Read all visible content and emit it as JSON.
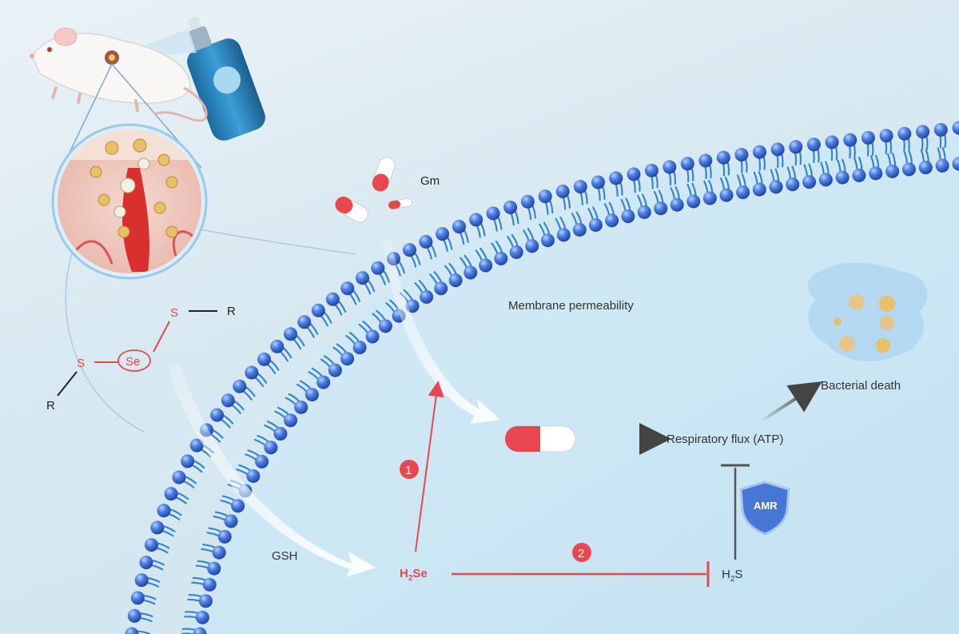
{
  "labels": {
    "gm": "Gm",
    "membrane_permeability": "Membrane permeability",
    "bacterial_death": "Bacterial death",
    "respiratory_flux": "Respiratory flux (ATP)",
    "amr": "AMR",
    "gsh": "GSH",
    "h2se_main": "H",
    "h2se_sub": "2",
    "h2se_tail": "Se",
    "h2s_main": "H",
    "h2s_sub": "2",
    "h2s_tail": "S",
    "step1": "1",
    "step2": "2",
    "s_top": "S",
    "s_left": "S",
    "se": "Se",
    "r_top": "R",
    "r_left": "R"
  },
  "colors": {
    "accent_red": "#e8474f",
    "membrane_head": "#3d6fd6",
    "tail": "#3a84c9",
    "text_dark": "#333333"
  }
}
